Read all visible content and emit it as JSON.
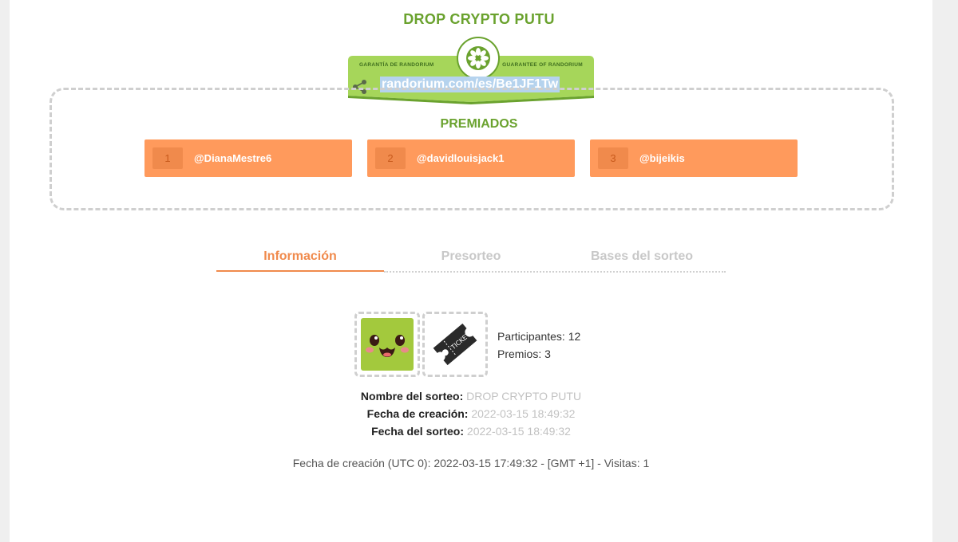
{
  "page": {
    "title": "DROP CRYPTO PUTU"
  },
  "banner": {
    "guarantee_left": "GARANTÍA DE RANDORIUM",
    "guarantee_right": "GUARANTEE OF RANDORIUM",
    "url": "randorium.com/es/Be1JF1Tw"
  },
  "winners": {
    "heading": "PREMIADOS",
    "items": [
      {
        "position": "1",
        "name": "@DianaMestre6"
      },
      {
        "position": "2",
        "name": "@davidlouisjack1"
      },
      {
        "position": "3",
        "name": "@bijeikis"
      }
    ]
  },
  "tabs": [
    {
      "label": "Información",
      "active": true
    },
    {
      "label": "Presorteo",
      "active": false
    },
    {
      "label": "Bases del sorteo",
      "active": false
    }
  ],
  "stats": {
    "participants": "Participantes: 12",
    "prizes": "Premios: 3"
  },
  "details": {
    "name_label": "Nombre del sorteo:",
    "name_value": "DROP CRYPTO PUTU",
    "created_label": "Fecha de creación:",
    "created_value": "2022-03-15 18:49:32",
    "draw_label": "Fecha del sorteo:",
    "draw_value": "2022-03-15 18:49:32"
  },
  "footer": {
    "text": "Fecha de creación (UTC 0): 2022-03-15 17:49:32 - [GMT +1] - Visitas: 1"
  },
  "colors": {
    "brand_green": "#6aa22e",
    "banner_green": "#a6d65a",
    "accent_orange": "#ff9a5c",
    "tab_active": "#f08a4c"
  }
}
